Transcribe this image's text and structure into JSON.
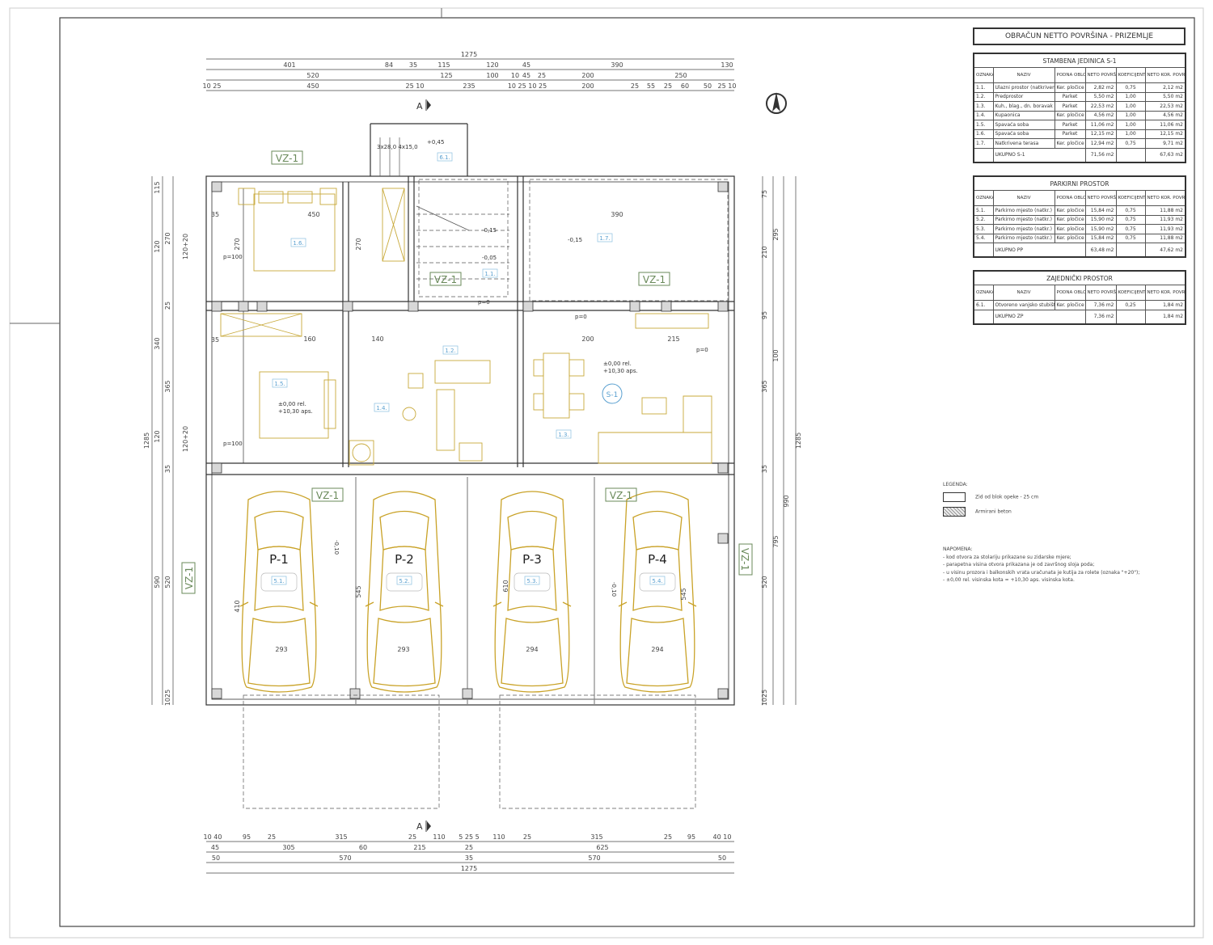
{
  "title": "OBRAČUN NETTO POVRŠINA - PRIZEMLJE",
  "columns": [
    "OZNAKA",
    "NAZIV",
    "PODNA OBLOGA",
    "NETO POVRŠINA",
    "KOEFICIJENT",
    "NETO KOR. POVRŠINA"
  ],
  "tables": [
    {
      "caption": "STAMBENA JEDINICA S-1",
      "rows": [
        [
          "1.1.",
          "Ulazni prostor (natkriveni)",
          "Ker. pločice",
          "2,82 m2",
          "0,75",
          "2,12 m2"
        ],
        [
          "1.2.",
          "Predprostor",
          "Parket",
          "5,50 m2",
          "1,00",
          "5,50 m2"
        ],
        [
          "1.3.",
          "Kuh., blag., dn. boravak",
          "Parket",
          "22,53 m2",
          "1,00",
          "22,53 m2"
        ],
        [
          "1.4.",
          "Kupaonica",
          "Ker. pločice",
          "4,56 m2",
          "1,00",
          "4,56 m2"
        ],
        [
          "1.5.",
          "Spavaća soba",
          "Parket",
          "11,06 m2",
          "1,00",
          "11,06 m2"
        ],
        [
          "1.6.",
          "Spavaća soba",
          "Parket",
          "12,15 m2",
          "1,00",
          "12,15 m2"
        ],
        [
          "1.7.",
          "Natkrivena terasa",
          "Ker. pločice",
          "12,94 m2",
          "0,75",
          "9,71 m2"
        ]
      ],
      "total": [
        "UKUPNO S-1",
        "71,56 m2",
        "67,63 m2"
      ]
    },
    {
      "caption": "PARKIRNI PROSTOR",
      "rows": [
        [
          "5.1.",
          "Parkirno mjesto (natkr.)",
          "Ker. pločice",
          "15,84 m2",
          "0,75",
          "11,88 m2"
        ],
        [
          "5.2.",
          "Parkirno mjesto (natkr.)",
          "Ker. pločice",
          "15,90 m2",
          "0,75",
          "11,93 m2"
        ],
        [
          "5.3.",
          "Parkirno mjesto (natkr.)",
          "Ker. pločice",
          "15,90 m2",
          "0,75",
          "11,93 m2"
        ],
        [
          "5.4.",
          "Parkirno mjesto (natkr.)",
          "Ker. pločice",
          "15,84 m2",
          "0,75",
          "11,88 m2"
        ]
      ],
      "total": [
        "UKUPNO PP",
        "63,48 m2",
        "47,62 m2"
      ]
    },
    {
      "caption": "ZAJEDNIČKI PROSTOR",
      "rows": [
        [
          "6.1.",
          "Otvoreno vanjsko stubište",
          "Ker. pločice",
          "7,36 m2",
          "0,25",
          "1,84 m2"
        ]
      ],
      "total": [
        "UKUPNO ZP",
        "7,36 m2",
        "1,84 m2"
      ]
    }
  ],
  "legend": {
    "title": "LEGENDA:",
    "items": [
      "Zid od blok opeke - 25 cm",
      "Armirani beton"
    ]
  },
  "notes": {
    "title": "NAPOMENA:",
    "items": [
      "- kod otvora za stolariju prikazane su zidarske mjere;",
      "- parapetna visina otvora prikazana je od završnog sloja poda;",
      "- u visinu prozora i balkonskih vrata uračunata je kutija za rolete (oznaka \"+20\");",
      "- ±0,00 rel. visinska kota = +10,30 aps. visinska kota."
    ]
  },
  "plan": {
    "section_mark": "A",
    "rooms": [
      "1.1.",
      "1.2.",
      "1.3.",
      "1.4.",
      "1.5.",
      "1.6.",
      "1.7.",
      "6.1.",
      "5.1.",
      "5.2.",
      "5.3.",
      "5.4."
    ],
    "unit": "S-1",
    "parking": [
      "P-1",
      "P-2",
      "P-3",
      "P-4"
    ],
    "vz": "VZ-1",
    "levels": {
      "zero": "±0,00 rel.",
      "abs": "+10,30 aps.",
      "m015": "-0,15",
      "m005": "-0,05",
      "p045": "+0,45",
      "m010": "-0,10"
    },
    "sills": {
      "p100": "p=100",
      "p0": "p=0"
    },
    "stairs": "3x28,0 4x15,0",
    "dims_top": [
      [
        "1275"
      ],
      [
        "401",
        "84",
        "35",
        "115",
        "120",
        "45",
        "390",
        "130"
      ],
      [
        "520",
        "125",
        "100",
        "10",
        "45",
        "25",
        "200",
        "250"
      ],
      [
        "10 25",
        "450",
        "25 10",
        "235",
        "10 25 10 25",
        "200",
        "25",
        "55",
        "25",
        "60",
        "50",
        "25 10"
      ]
    ],
    "dims_bottom": [
      [
        "10 40",
        "95",
        "25",
        "315",
        "25",
        "110",
        "5 25 5",
        "110",
        "25",
        "315",
        "25",
        "95",
        "40 10"
      ],
      [
        "45",
        "305",
        "60",
        "215",
        "25",
        "625"
      ],
      [
        "50",
        "570",
        "35",
        "570",
        "50"
      ],
      [
        "1275"
      ]
    ],
    "dims_left": [
      "115",
      "120",
      "25",
      "340",
      "365",
      "120",
      "35",
      "590",
      "1025",
      "270",
      "120+20",
      "120+20",
      "520",
      "1285"
    ],
    "dims_right": [
      "75",
      "295",
      "210",
      "95",
      "100",
      "365",
      "35",
      "990",
      "795",
      "520",
      "1025",
      "1285"
    ],
    "dims_inner": [
      "450",
      "270",
      "270",
      "35",
      "35",
      "160",
      "140",
      "200",
      "215",
      "390",
      "293",
      "293",
      "294",
      "294",
      "545",
      "410",
      "610",
      "545"
    ]
  }
}
